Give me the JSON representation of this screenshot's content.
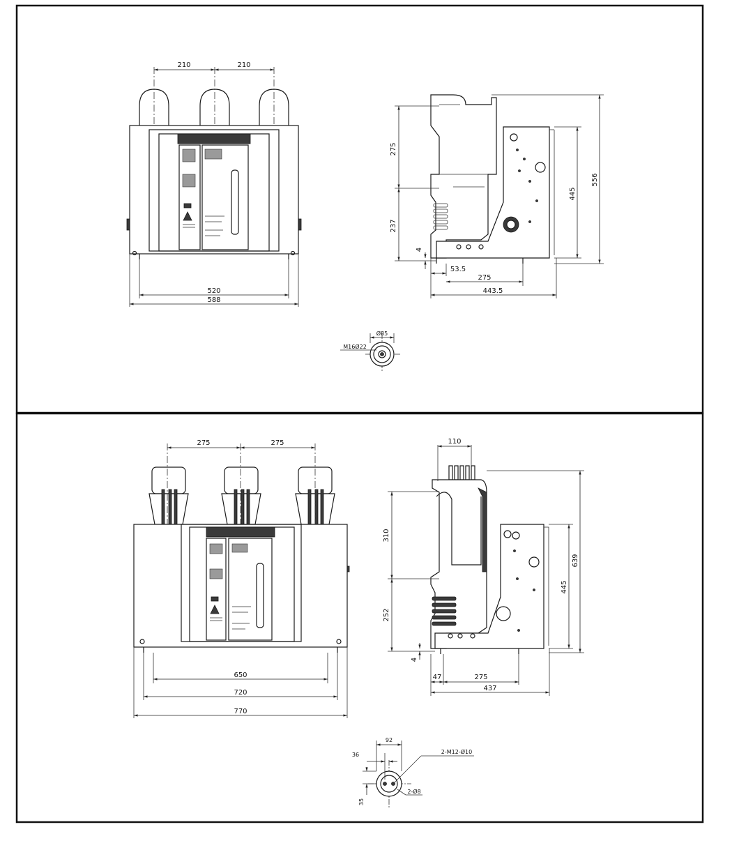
{
  "panel_top": {
    "front_view": {
      "dim_pitch_left": "210",
      "dim_pitch_right": "210",
      "dim_inner_width": "520",
      "dim_outer_width": "588"
    },
    "side_view": {
      "dim_upper_height": "275",
      "dim_lower_height": "237",
      "dim_base_gap": "4",
      "dim_frame_height": "445",
      "dim_total_height": "556",
      "dim_offset": "53.5",
      "dim_base_length": "275",
      "dim_total_depth": "443.5"
    },
    "terminal_detail": {
      "dim_diameter": "Ø85",
      "thread_label": "M16Ø22"
    }
  },
  "panel_bottom": {
    "front_view": {
      "dim_pitch_left": "275",
      "dim_pitch_right": "275",
      "dim_wheel_track": "650",
      "dim_inner_width": "720",
      "dim_outer_width": "770"
    },
    "side_view": {
      "dim_top_width": "110",
      "dim_upper_height": "310",
      "dim_lower_height": "252",
      "dim_base_gap": "4",
      "dim_frame_height": "445",
      "dim_total_height": "639",
      "dim_offset": "47",
      "dim_base_length": "275",
      "dim_total_depth": "437"
    },
    "terminal_detail": {
      "dim_width": "92",
      "dim_offset_x": "36",
      "dim_offset_y": "35",
      "thread_label": "2-M12-Ø10",
      "hole_label": "2-Ø8"
    }
  }
}
